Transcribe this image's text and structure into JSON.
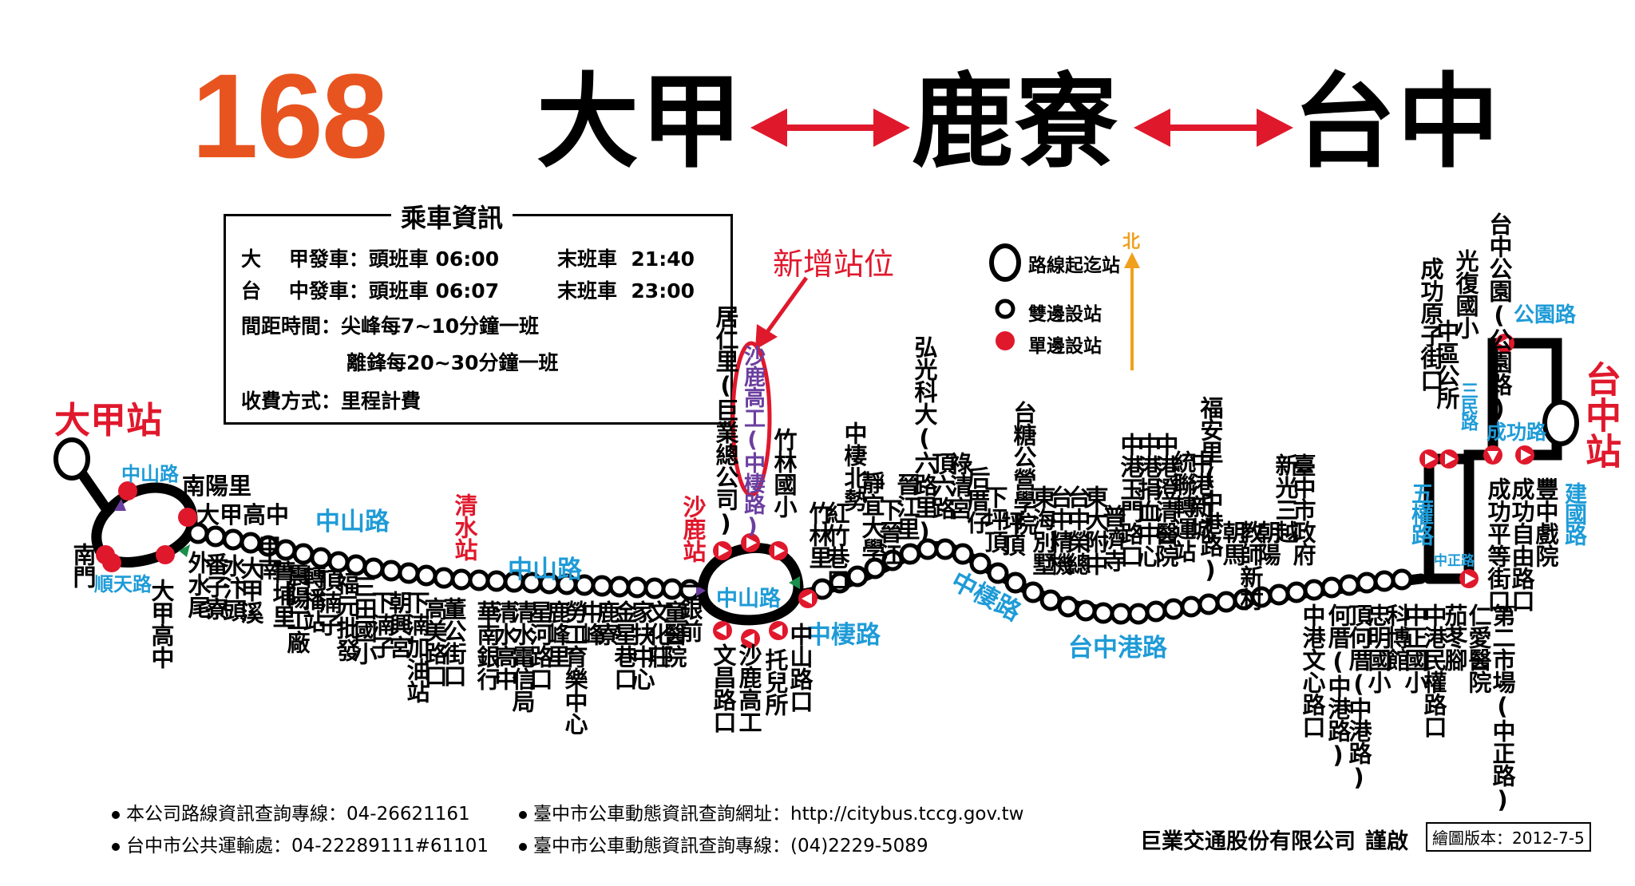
{
  "header": {
    "route_number": "168",
    "origin": "大甲",
    "middle": "鹿寮",
    "destination": "台中"
  },
  "info": {
    "title": "乘車資訊",
    "line1a": "大    甲發車：頭班車 06:00",
    "line1b": "末班車  21:40",
    "line2a": "台    中發車：頭班車 06:07",
    "line2b": "末班車  23:00",
    "line3": "間距時間：尖峰每7~10分鐘一班",
    "line4": "離鋒每20~30分鐘一班",
    "line5": "收費方式：里程計費"
  },
  "new_station_label": "新增站位",
  "north_label": "北",
  "legend": {
    "terminal": "路線起迄站",
    "both_sides": "雙邊設站",
    "single_side": "單邊設站"
  },
  "terminals": {
    "dajia": "大甲站",
    "taichung": "台中站",
    "qingshui": "清水站",
    "shalu": "沙鹿站"
  },
  "roads": {
    "zhongshan1": "中山路",
    "shuntian": "順天路",
    "zhongshan2": "中山路",
    "zhongshan3": "中山路",
    "zhongshan4": "中山路",
    "zhongqi1": "中棲路",
    "zhongqi2": "中棲路",
    "taichunggang": "台中港路",
    "wuquan": "五權路",
    "zhongzheng": "中正路",
    "sanmin": "三民路",
    "chenggong": "成功路",
    "gongyuan": "公園路",
    "jianguo": "建國路"
  },
  "stops": [
    "南門",
    "大甲高中",
    "南陽里",
    "大甲高中",
    "外水尾",
    "番子寮",
    "水汴頭",
    "大甲溪",
    "甲南",
    "菁埔里",
    "震陽工廠",
    "轉播站",
    "頂湳子",
    "福元批發",
    "三田國小",
    "下湳子",
    "朝興宮",
    "下湳加油站",
    "高美路口",
    "董公街口",
    "華南銀行",
    "清水高中",
    "清水電信局",
    "星河路口",
    "鹿峰里",
    "勞工育樂中心",
    "中峰",
    "鹿寮",
    "金星巷口",
    "家扶中心",
    "文化莊",
    "童醫院",
    "一銀前",
    "居仁里(巨業總公司)",
    "沙鹿高工(中棲路)",
    "文昌路口",
    "沙鹿高工",
    "竹林國小",
    "托兒所",
    "中山路口",
    "竹林里",
    "紅竹巷口",
    "中棲北勢",
    "靜宜大學",
    "下晉江",
    "晉江里",
    "弘光科大(六路里)",
    "頂六路",
    "祿清宮",
    "后厝仔",
    "下坪頂",
    "坪頂",
    "台糖公營學院",
    "東海別墅",
    "台中精機",
    "台中榮總",
    "東大附中",
    "普濟寺",
    "中港玉門路口",
    "中港捐血中心",
    "中港澄清醫院",
    "統聯轉運站",
    "中港新城",
    "福安里(中港路)",
    "朝馬",
    "教師新村",
    "朝陽",
    "新光三越",
    "臺中市政府",
    "中港文心路口",
    "何厝(中港路)",
    "頂何厝(中港路)",
    "忠明國小",
    "科博館",
    "中正國小",
    "中港民權路口",
    "茄苳腳",
    "仁愛醫院",
    "第二市場(中正路)",
    "成功原子街口",
    "光復國小",
    "中區公所",
    "台中公園(公園路)",
    "成功平等街口",
    "成功自由路口",
    "豐中戲院"
  ],
  "footer": {
    "hotline1": "本公司路線資訊查詢專線：04-26621161",
    "hotline2": "台中市公共運輸處：04-22289111#61101",
    "web": "臺中市公車動態資訊查詢網址：http://citybus.tccg.gov.tw",
    "web_hotline": "臺中市公車動態資訊查詢專線：(04)2229-5089",
    "company": "巨業交通股份有限公司",
    "respect": "謹啟",
    "version": "繪圖版本：2012-7-5"
  },
  "colors": {
    "route_number": "#e8541f",
    "arrow": "#e0182c",
    "road_label": "#1e9bd7",
    "stop_red": "#e0182c",
    "arrow_green": "#1a8f4b",
    "arrow_purple": "#6b3fa0",
    "north_arrow": "#f0a01c"
  }
}
